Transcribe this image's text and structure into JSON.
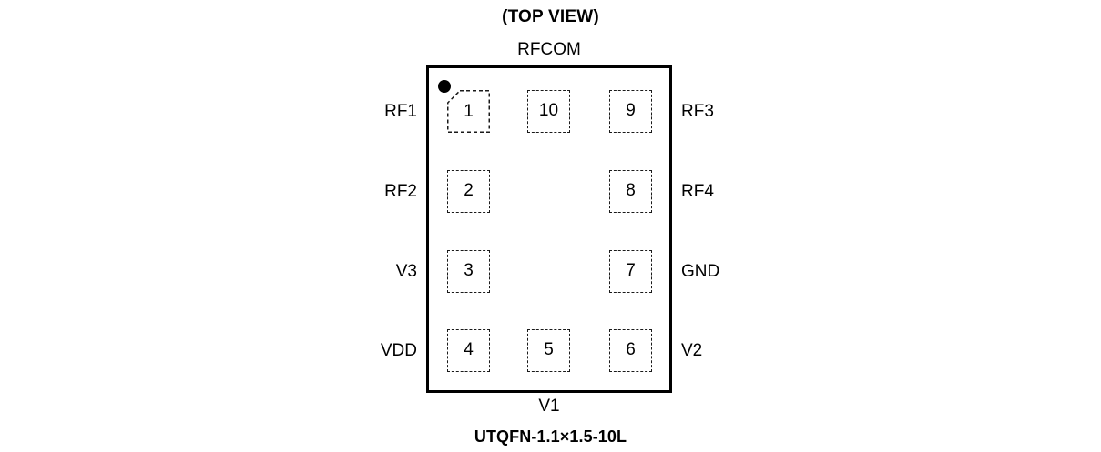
{
  "diagram": {
    "view_title": "(TOP VIEW)",
    "package_caption": "UTQFN-1.1×1.5-10L",
    "top_label": "RFCOM",
    "bottom_label": "V1",
    "pin1_marker": "pin1-dot",
    "outline_color": "#000000",
    "pad_border_color": "#1a1a1a",
    "background_color": "#ffffff"
  },
  "left_labels": [
    {
      "name": "RF1"
    },
    {
      "name": "RF2"
    },
    {
      "name": "V3"
    },
    {
      "name": "VDD"
    }
  ],
  "right_labels": [
    {
      "name": "RF3"
    },
    {
      "name": "RF4"
    },
    {
      "name": "GND"
    },
    {
      "name": "V2"
    }
  ],
  "pads": [
    {
      "number": "1",
      "row": 1,
      "column": "left",
      "chamfered": true
    },
    {
      "number": "10",
      "row": 1,
      "column": "center",
      "chamfered": false
    },
    {
      "number": "9",
      "row": 1,
      "column": "right",
      "chamfered": false
    },
    {
      "number": "2",
      "row": 2,
      "column": "left",
      "chamfered": false
    },
    {
      "number": "8",
      "row": 2,
      "column": "right",
      "chamfered": false
    },
    {
      "number": "3",
      "row": 3,
      "column": "left",
      "chamfered": false
    },
    {
      "number": "7",
      "row": 3,
      "column": "right",
      "chamfered": false
    },
    {
      "number": "4",
      "row": 4,
      "column": "left",
      "chamfered": false
    },
    {
      "number": "5",
      "row": 4,
      "column": "center",
      "chamfered": false
    },
    {
      "number": "6",
      "row": 4,
      "column": "right",
      "chamfered": false
    }
  ]
}
